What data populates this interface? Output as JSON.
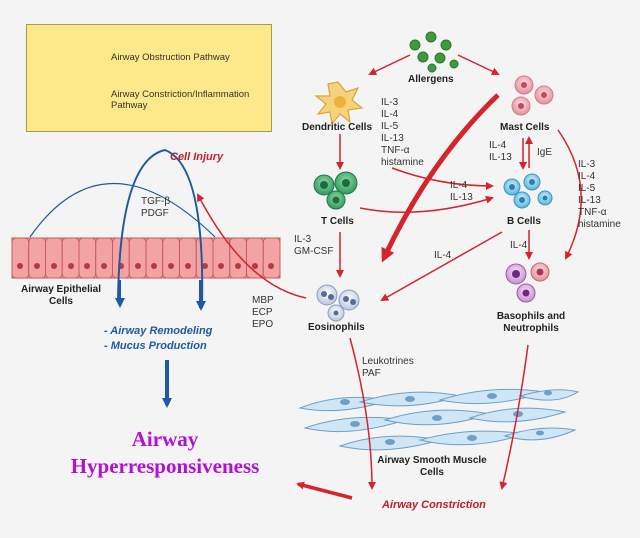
{
  "legend": {
    "obstruction": "Airway Obstruction Pathway",
    "constriction": "Airway Constriction/Inflammation Pathway",
    "blue": "#1d5aa3",
    "red": "#d4242c"
  },
  "nodes": {
    "allergens": "Allergens",
    "dendritic": "Dendritic Cells",
    "mast": "Mast Cells",
    "tcells": "T Cells",
    "bcells": "B Cells",
    "eosinophils": "Eosinophils",
    "basophils": "Basophils and Neutrophils",
    "epithelial": "Airway Epithelial Cells",
    "smooth": "Airway Smooth Muscle Cells"
  },
  "mediators": {
    "dendritic": [
      "IL-3",
      "IL-4",
      "IL-5",
      "IL-13",
      "TNF-α",
      "histamine"
    ],
    "mast_to_b": [
      "IL-4",
      "IL-13"
    ],
    "ige": "IgE",
    "mast_right": [
      "IL-3",
      "IL-4",
      "IL-5",
      "IL-13",
      "TNF-α",
      "histamine"
    ],
    "t_to_b": [
      "IL-4",
      "IL-13"
    ],
    "t_to_eos": [
      "IL-3",
      "GM-CSF"
    ],
    "b_to_eos": "IL-4",
    "b_to_baso": "IL-4",
    "eos_products": [
      "MBP",
      "ECP",
      "EPO"
    ],
    "epi_factors": [
      "TGF-β",
      "PDGF"
    ],
    "eos_to_smooth": [
      "Leukotrines",
      "PAF"
    ]
  },
  "outcomes": {
    "cell_injury": "Cell Injury",
    "remodeling": "- Airway Remodeling",
    "mucus": "- Mucus Production",
    "hyper_1": "Airway",
    "hyper_2": "Hyperresponsiveness",
    "constriction": "Airway Constriction"
  }
}
